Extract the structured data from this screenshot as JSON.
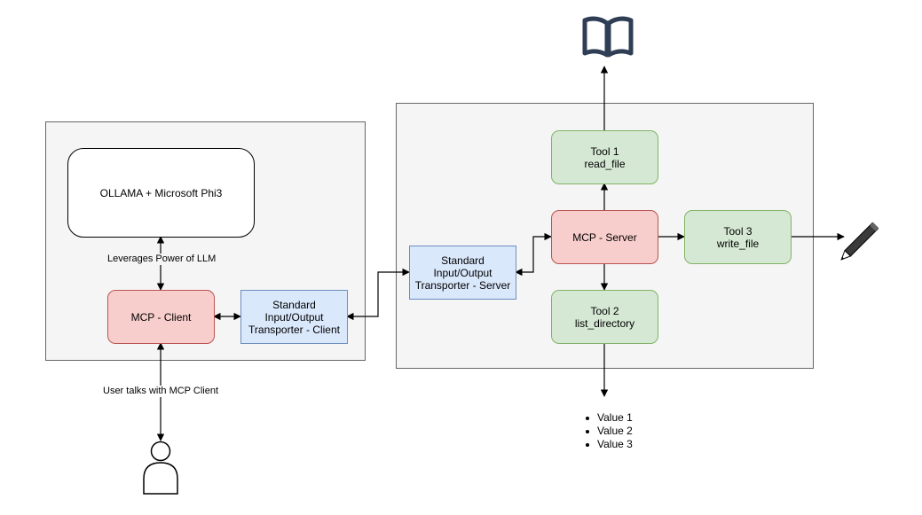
{
  "client_side": {
    "llm": {
      "label": "OLLAMA + Microsoft Phi3"
    },
    "mcp_client": {
      "label": "MCP - Client"
    },
    "transporter": {
      "line1": "Standard",
      "line2": "Input/Output",
      "line3": "Transporter - Client"
    },
    "llm_edge_label": "Leverages Power of LLM",
    "user_edge_label": "User talks with MCP Client"
  },
  "server_side": {
    "transporter": {
      "line1": "Standard",
      "line2": "Input/Output",
      "line3": "Transporter - Server"
    },
    "mcp_server": {
      "label": "MCP - Server"
    },
    "tools": [
      {
        "line1": "Tool 1",
        "line2": "read_file"
      },
      {
        "line1": "Tool 2",
        "line2": "list_directory"
      },
      {
        "line1": "Tool 3",
        "line2": "write_file"
      }
    ]
  },
  "output_values": [
    "Value 1",
    "Value 2",
    "Value 3"
  ],
  "icons": {
    "book": "book-icon",
    "pencil": "pencil-icon",
    "user": "user-icon"
  },
  "colors": {
    "container_fill": "#f5f5f5",
    "container_stroke": "#666666",
    "red_fill": "#f8cecc",
    "red_stroke": "#b85450",
    "green_fill": "#d5e8d4",
    "green_stroke": "#82b366",
    "blue_fill": "#dae8fc",
    "blue_stroke": "#6c8ebf",
    "icon_color": "#2f3e55"
  }
}
